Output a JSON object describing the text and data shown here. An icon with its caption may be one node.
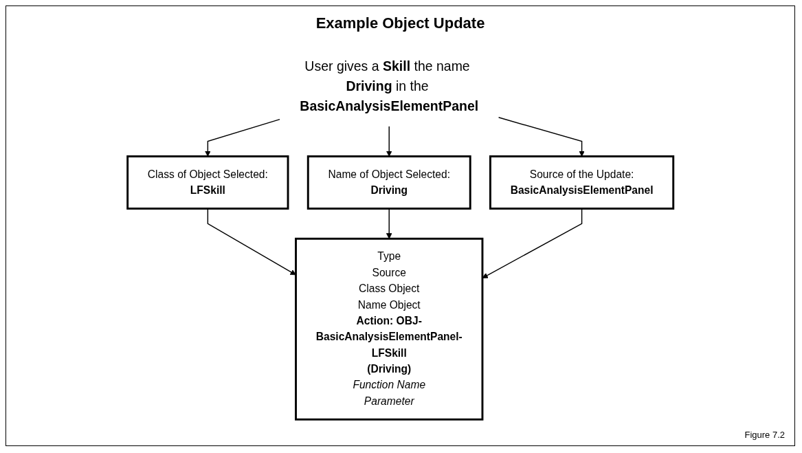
{
  "diagram": {
    "title": "Example Object Update",
    "caption": "Figure 7.2",
    "nodes": [
      {
        "text": [
          "User gives a **Skill** the name **Driving** in the **BasicAnalysisElementPanel**"
        ]
      },
      {
        "text": [
          "Class of Object Selected:",
          "LFSkill"
        ]
      },
      {
        "text": [
          "Name of Object Selected:",
          "Driving"
        ]
      },
      {
        "text": [
          "Source of the Update:",
          "BasicAnalysisElementPanel"
        ]
      },
      {
        "text": [
          "Type",
          "Source",
          "Class Object",
          "Name Object",
          "Action: OBJ-BasicAnalysisElementPanel-LFSkill",
          "(Driving)",
          "Function Name",
          "Parameter"
        ]
      }
    ],
    "edges": [
      {
        "from": 0,
        "to": 1,
        "arrow": "to"
      },
      {
        "from": 0,
        "to": 2,
        "arrow": "to"
      },
      {
        "from": 0,
        "to": 3,
        "arrow": "to"
      },
      {
        "from": 1,
        "to": 4,
        "arrow": "to"
      },
      {
        "from": 2,
        "to": 4,
        "arrow": "to"
      },
      {
        "from": 3,
        "to": 4,
        "arrow": "to"
      }
    ]
  }
}
